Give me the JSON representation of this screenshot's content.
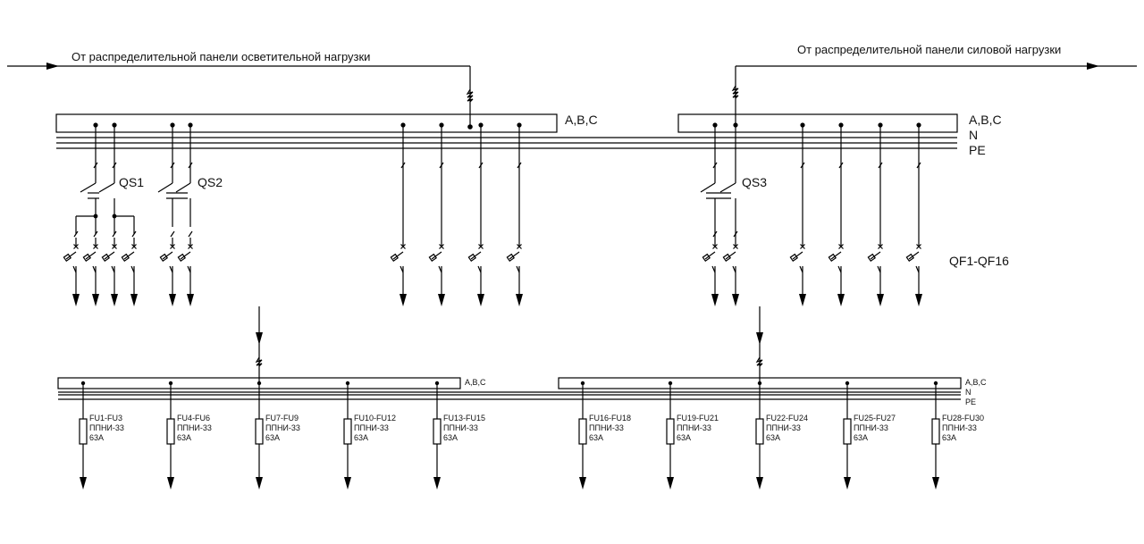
{
  "upper": {
    "left_source": "От распределительной панели осветительной нагрузки",
    "right_source": "От распределительной панели силовой нагрузки",
    "left_bus_label": "A,B,C",
    "right_labels": [
      "A,B,C",
      "N",
      "PE"
    ],
    "switches": [
      "QS1",
      "QS2",
      "QS3"
    ],
    "breakers": "QF1-QF16"
  },
  "lower": {
    "left_bus_label": "A,B,C",
    "right_labels": [
      "A,B,C",
      "N",
      "PE"
    ],
    "fuse_type": "ППНИ-33",
    "fuse_rating": "63А",
    "fuse_groups": [
      "FU1-FU3",
      "FU4-FU6",
      "FU7-FU9",
      "FU10-FU12",
      "FU13-FU15",
      "FU16-FU18",
      "FU19-FU21",
      "FU22-FU24",
      "FU25-FU27",
      "FU28-FU30"
    ]
  }
}
